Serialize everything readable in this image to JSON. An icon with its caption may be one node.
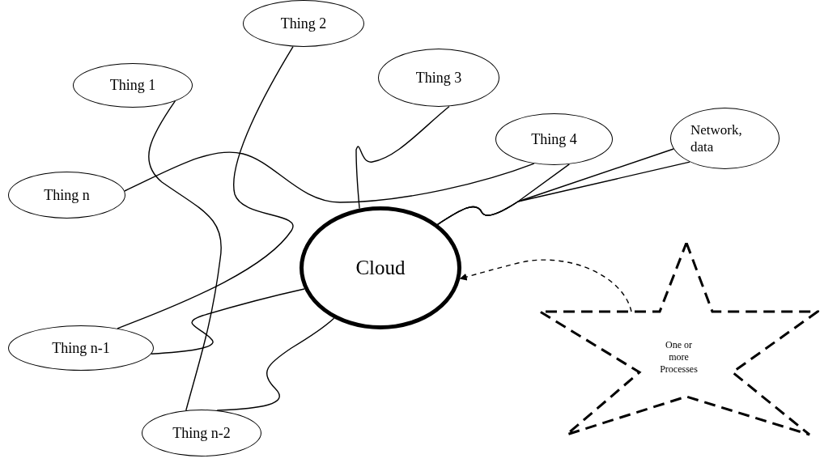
{
  "diagram": {
    "nodes": [
      {
        "text": [
          "Thing 1"
        ]
      },
      {
        "text": [
          "Thing 2"
        ]
      },
      {
        "text": [
          "Thing 3"
        ]
      },
      {
        "text": [
          "Thing 4"
        ]
      },
      {
        "text": [
          "Network, data"
        ]
      },
      {
        "text": [
          "Thing n"
        ]
      },
      {
        "text": [
          "Cloud"
        ]
      },
      {
        "text": [
          "Thing n-1"
        ]
      },
      {
        "text": [
          "Thing n-2"
        ]
      },
      {
        "text": [
          "One or more Processes"
        ]
      }
    ],
    "edges": [
      {
        "from": 0,
        "to": 8,
        "arrow": "none"
      },
      {
        "from": 1,
        "to": 7,
        "arrow": "none"
      },
      {
        "from": 2,
        "to": 6,
        "arrow": "none"
      },
      {
        "from": 5,
        "to": 3,
        "arrow": "none"
      },
      {
        "from": 3,
        "to": 6,
        "arrow": "none"
      },
      {
        "from": 4,
        "to": 6,
        "arrow": "none"
      },
      {
        "from": 4,
        "to": 6,
        "arrow": "none"
      },
      {
        "from": 7,
        "to": 6,
        "arrow": "none"
      },
      {
        "from": 8,
        "to": 6,
        "arrow": "none"
      },
      {
        "from": 9,
        "to": 6,
        "arrow": "to",
        "style": "dashed"
      }
    ]
  }
}
